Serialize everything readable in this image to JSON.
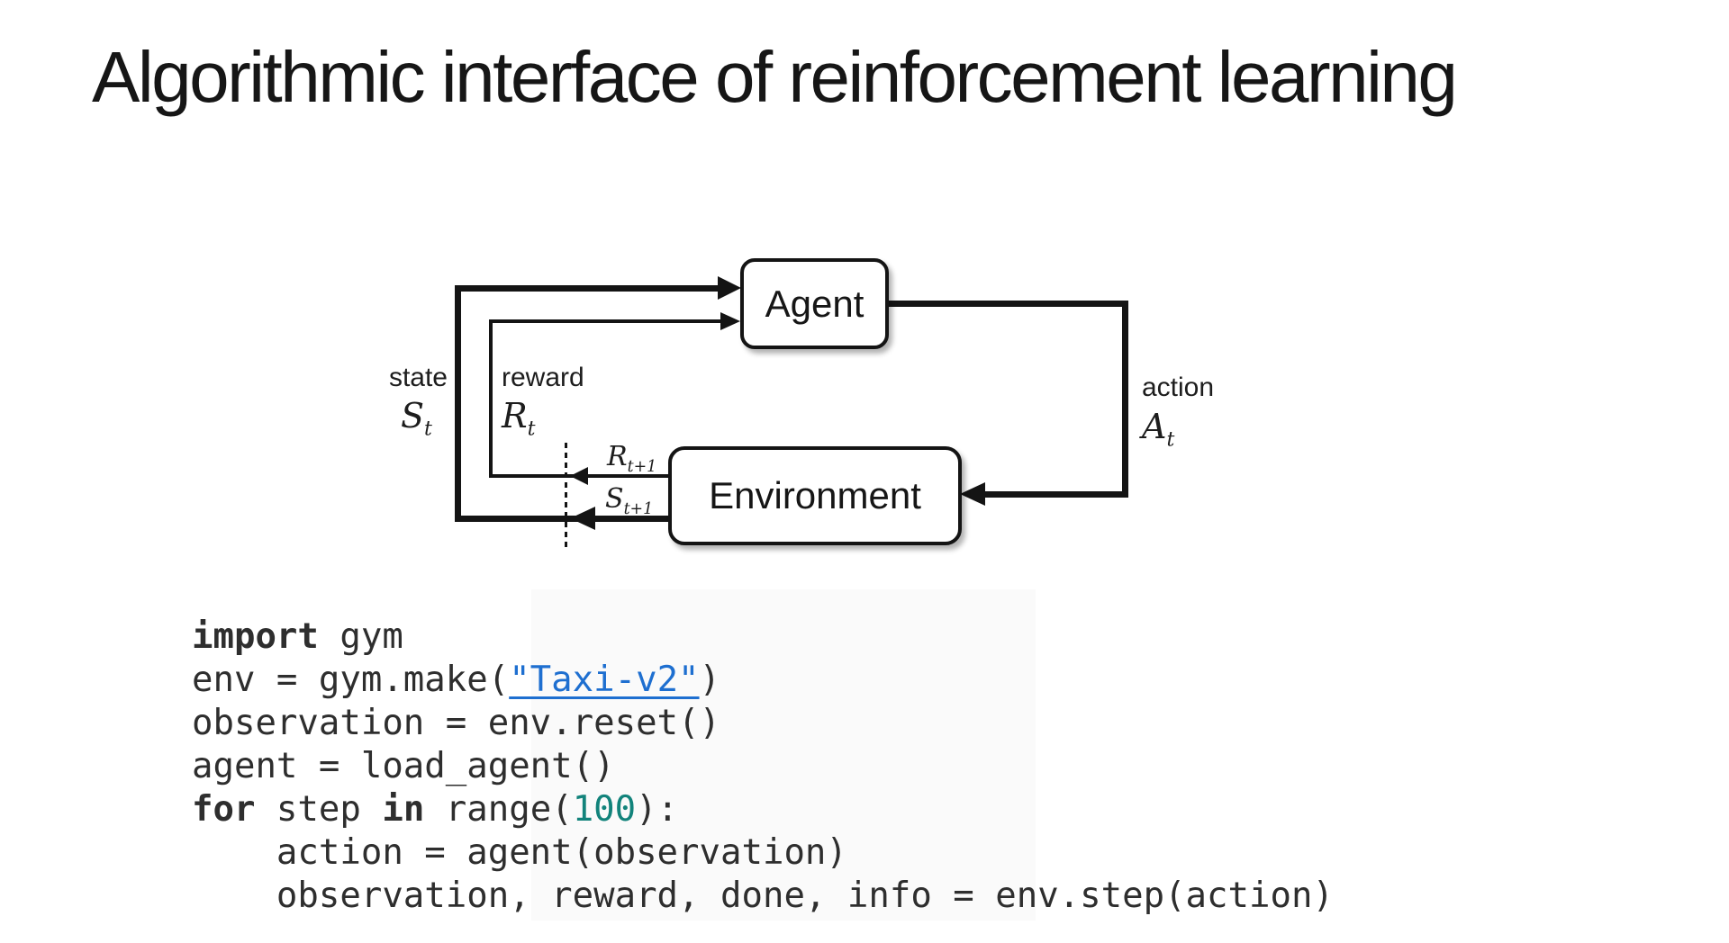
{
  "slide": {
    "title": "Algorithmic interface of reinforcement learning"
  },
  "diagram": {
    "agent_box": "Agent",
    "environment_box": "Environment",
    "labels": {
      "state": {
        "word": "state",
        "symbol": "S",
        "subscript": "t"
      },
      "reward": {
        "word": "reward",
        "symbol": "R",
        "subscript": "t"
      },
      "action": {
        "word": "action",
        "symbol": "A",
        "subscript": "t"
      },
      "next_reward": {
        "symbol": "R",
        "subscript": "t+1"
      },
      "next_state": {
        "symbol": "S",
        "subscript": "t+1"
      }
    }
  },
  "code": {
    "lines": [
      {
        "tokens": [
          {
            "t": "import",
            "style": "kw"
          },
          {
            "t": " gym",
            "style": "plain"
          }
        ]
      },
      {
        "tokens": [
          {
            "t": "env = gym.make(",
            "style": "plain"
          },
          {
            "t": "\"Taxi-v2\"",
            "style": "link"
          },
          {
            "t": ")",
            "style": "plain"
          }
        ]
      },
      {
        "tokens": [
          {
            "t": "observation = env.reset()",
            "style": "plain"
          }
        ]
      },
      {
        "tokens": [
          {
            "t": "agent = load_agent()",
            "style": "plain"
          }
        ]
      },
      {
        "tokens": [
          {
            "t": "for",
            "style": "kw"
          },
          {
            "t": " step ",
            "style": "plain"
          },
          {
            "t": "in",
            "style": "kw"
          },
          {
            "t": " range(",
            "style": "plain"
          },
          {
            "t": "100",
            "style": "num"
          },
          {
            "t": "):",
            "style": "plain"
          }
        ]
      },
      {
        "tokens": [
          {
            "t": "    action = agent(observation)",
            "style": "plain"
          }
        ]
      },
      {
        "tokens": [
          {
            "t": "    observation, reward, done, info = env.step(action)",
            "style": "plain"
          }
        ]
      }
    ]
  },
  "colors": {
    "text": "#161616",
    "line": "#141414",
    "code_text": "#2e2e2e",
    "link_blue": "#1e6fd0",
    "number_teal": "#12837b"
  }
}
